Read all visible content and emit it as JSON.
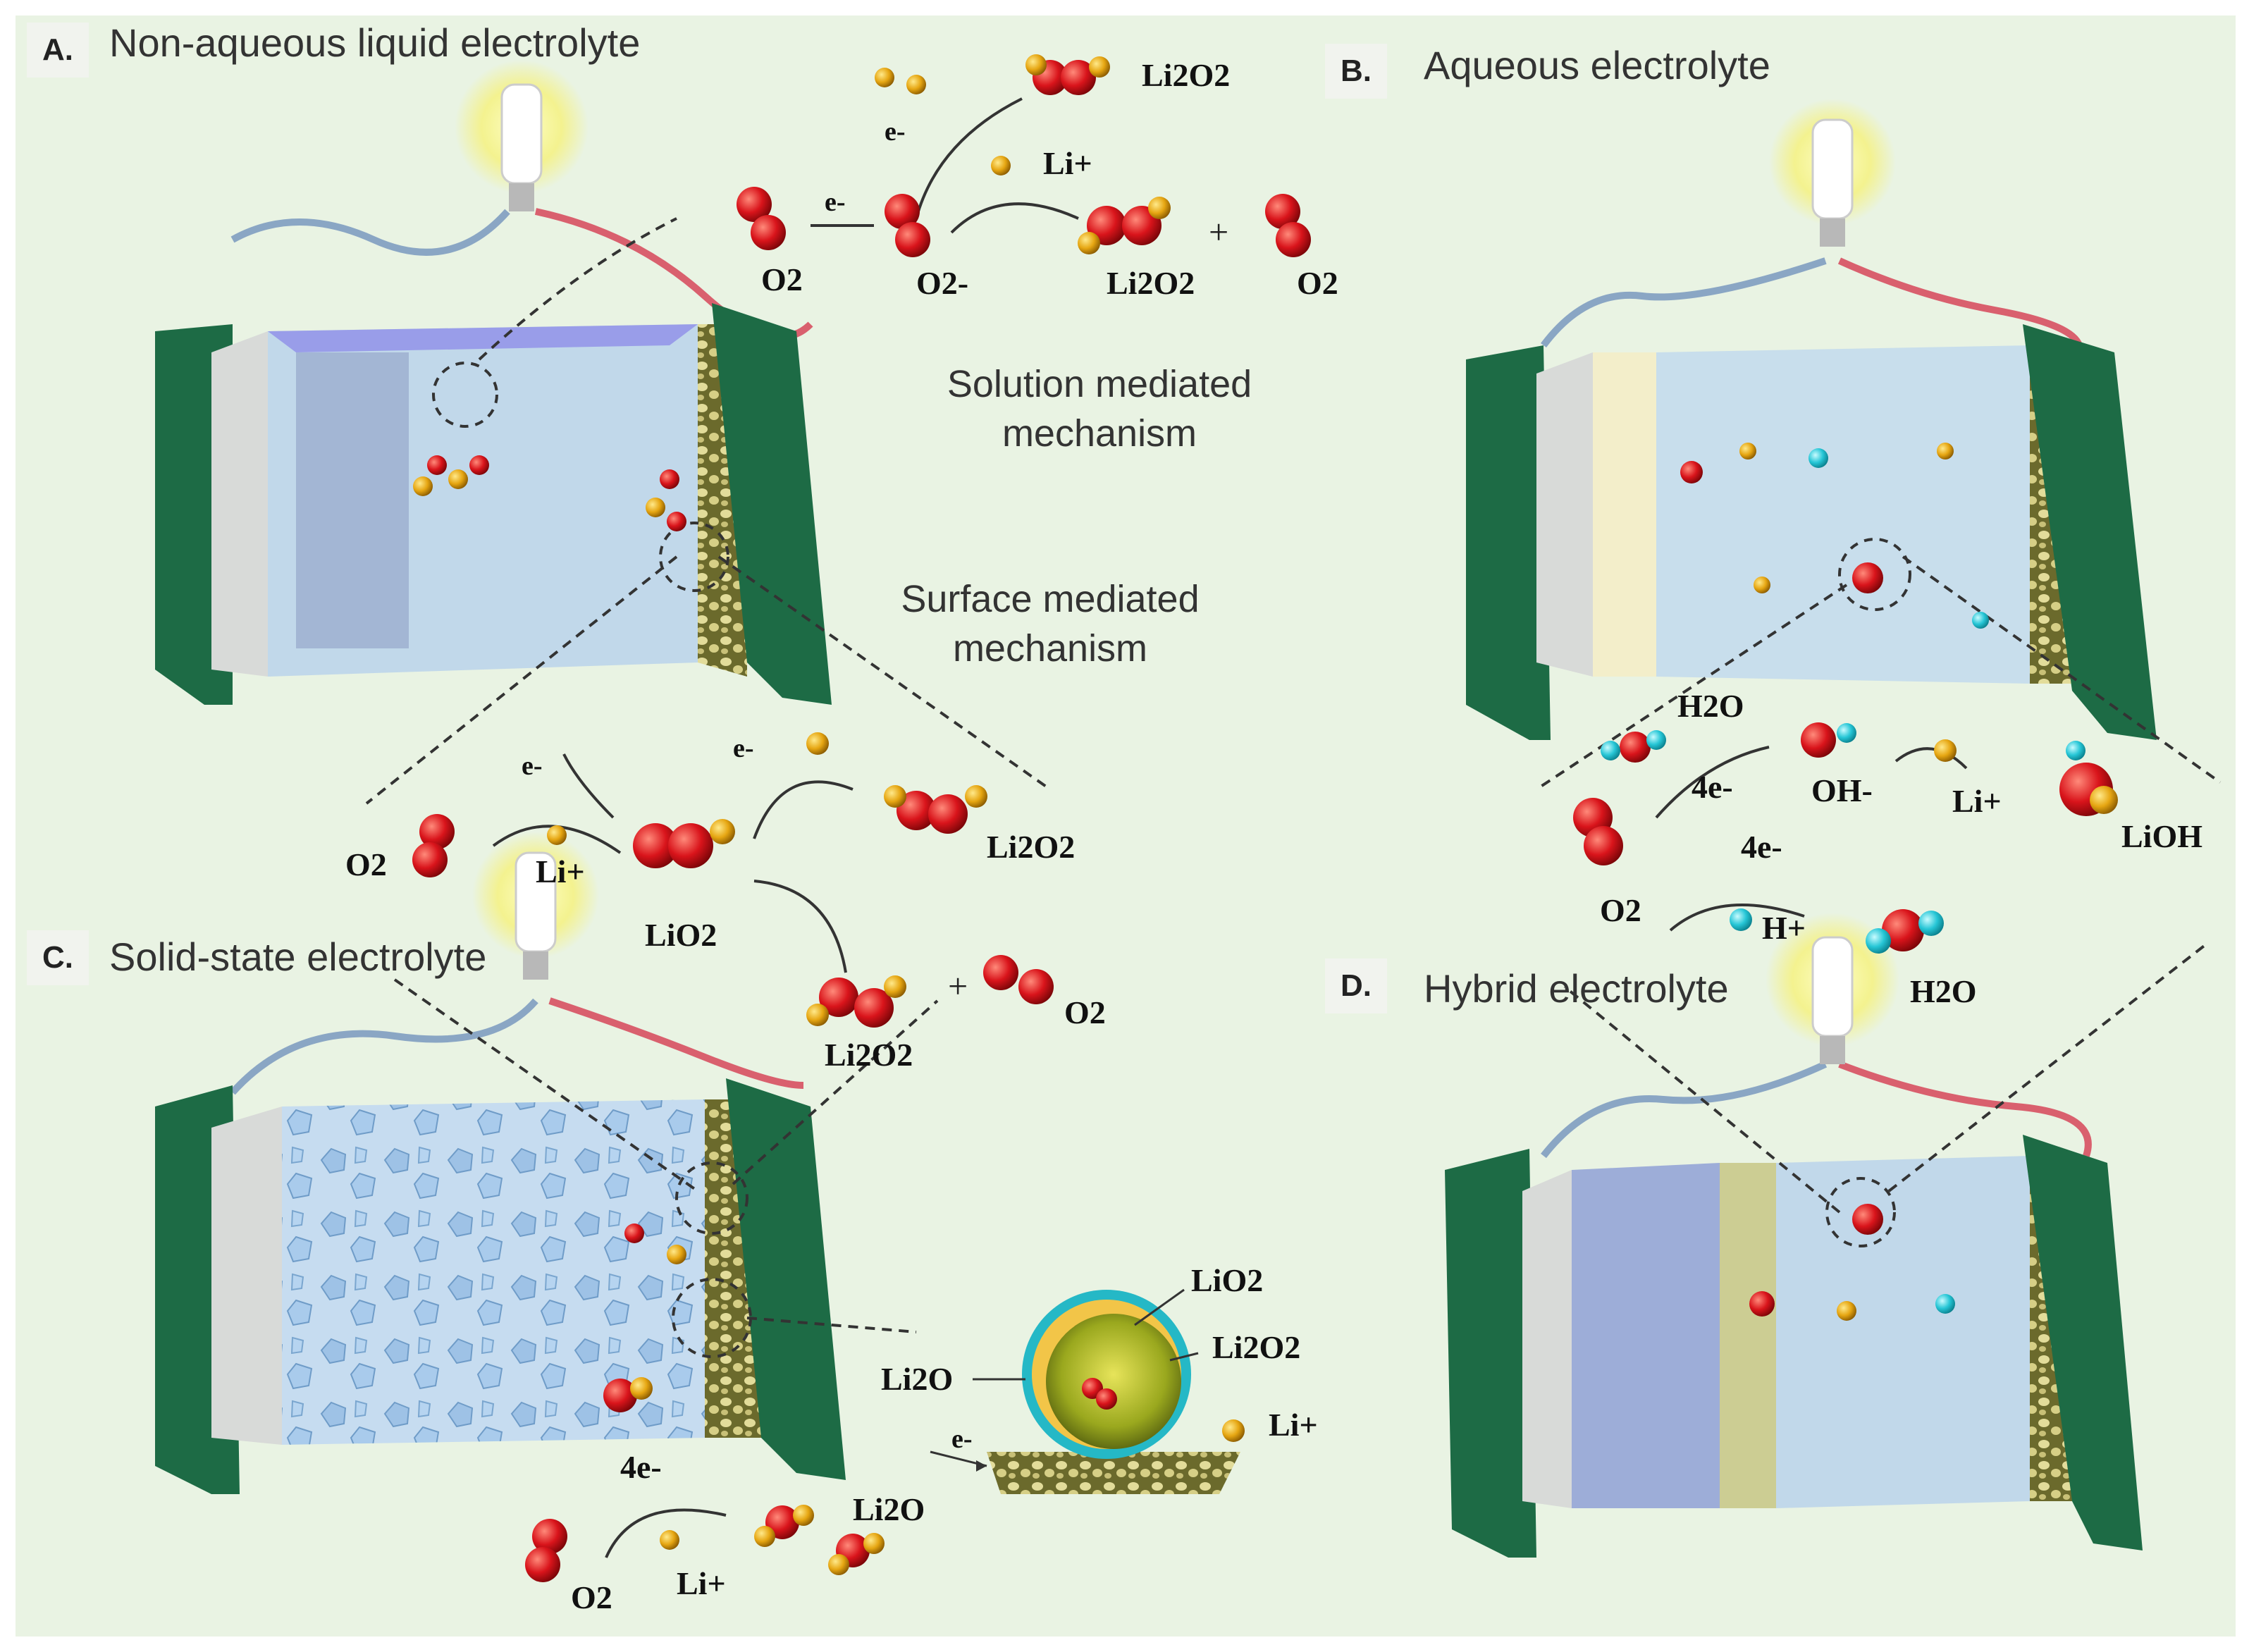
{
  "panels": {
    "a": {
      "letter": "A.",
      "title": "Non-aqueous liquid electrolyte"
    },
    "b": {
      "letter": "B.",
      "title": "Aqueous electrolyte"
    },
    "c": {
      "letter": "C.",
      "title": "Solid-state electrolyte"
    },
    "d": {
      "letter": "D.",
      "title": "Hybrid electrolyte"
    }
  },
  "mechanisms": {
    "solution": "Solution mediated mechanism",
    "surface": "Surface mediated mechanism"
  },
  "labels": {
    "li2o2": "Li2O2",
    "lio2": "LiO2",
    "li2o": "Li2O",
    "o2": "O2",
    "o2_minus": "O2-",
    "li_plus": "Li+",
    "e_minus": "e-",
    "four_e": "4e-",
    "h2o": "H2O",
    "oh_minus": "OH-",
    "h_plus": "H+",
    "lioh": "LiOH",
    "plus": "+"
  },
  "colors": {
    "background": "#e9f3e3",
    "electrode_green": "#1d6b45",
    "electrolyte_blue": "#bcd5ea",
    "oxygen_red": "#d9141b",
    "lithium_gold": "#e6a612",
    "hydrogen_cyan": "#26c6d6",
    "wire_red": "#d9606e",
    "wire_blue": "#8aa6c4"
  }
}
